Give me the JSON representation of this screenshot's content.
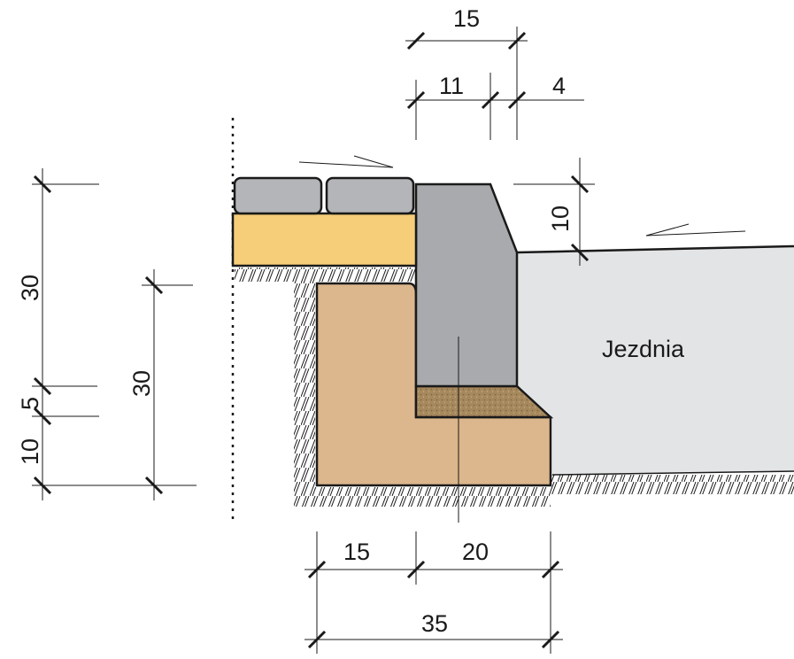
{
  "road_label": "Jezdnia",
  "dimensions": {
    "curb_top_width": "15",
    "curb_top_part": "11",
    "curb_offset": "4",
    "curb_reveal": "10",
    "curb_height": "30",
    "foundation_height": "30",
    "bedding_layer": "5",
    "foundation_base": "10",
    "foundation_left": "15",
    "foundation_right": "20",
    "foundation_total": "35"
  },
  "colors": {
    "paving_block": "#b4b5b8",
    "sand_bedding": "#f6cd78",
    "concrete_foundation": "#dcb68c",
    "curb_stone": "#a9aaad",
    "road": "#e3e4e6",
    "bedding_mortar": "#a6885d"
  }
}
